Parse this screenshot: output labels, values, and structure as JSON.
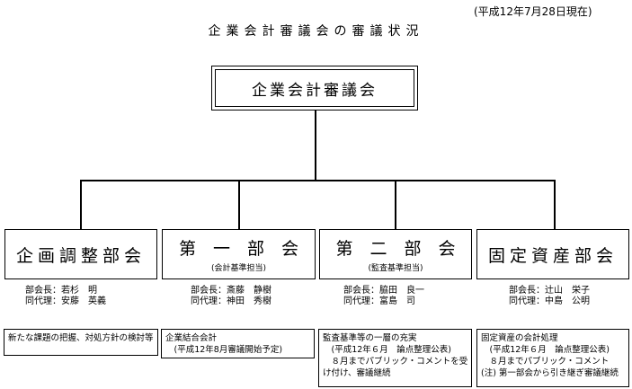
{
  "date_note": "(平成12年7月28日現在)",
  "page_title": "企業会計審議会の審議状況",
  "root": {
    "label": "企業会計審議会"
  },
  "subcommittees": [
    {
      "title": "企画調整部会",
      "note": "",
      "chair": "部会長：若杉　明",
      "deputy": "同代理：安藤　英義",
      "tasks": [
        "新たな課題の把握、対処方針の検討等"
      ]
    },
    {
      "title": "第　一　部　会",
      "note": "(会計基準担当)",
      "chair": "部会長：斎藤　静樹",
      "deputy": "同代理：神田　秀樹",
      "tasks": [
        "企業結合会計",
        "　(平成12年8月審議開始予定)"
      ]
    },
    {
      "title": "第　二　部　会",
      "note": "(監査基準担当)",
      "chair": "部会長：脇田　良一",
      "deputy": "同代理：富島　司",
      "tasks": [
        "監査基準等の一層の充実",
        "　(平成12年６月　論点整理公表)",
        "　８月までパブリック・コメントを受",
        "け付け、審議継続"
      ]
    },
    {
      "title": "固定資産部会",
      "note": "",
      "chair": "部会長：辻山　栄子",
      "deputy": "同代理：中島　公明",
      "tasks": [
        "固定資産の会計処理",
        "　(平成12年６月　論点整理公表)",
        "　８月までパブリック・コメント",
        "(注) 第一部会から引き継ぎ審議継続"
      ]
    }
  ]
}
